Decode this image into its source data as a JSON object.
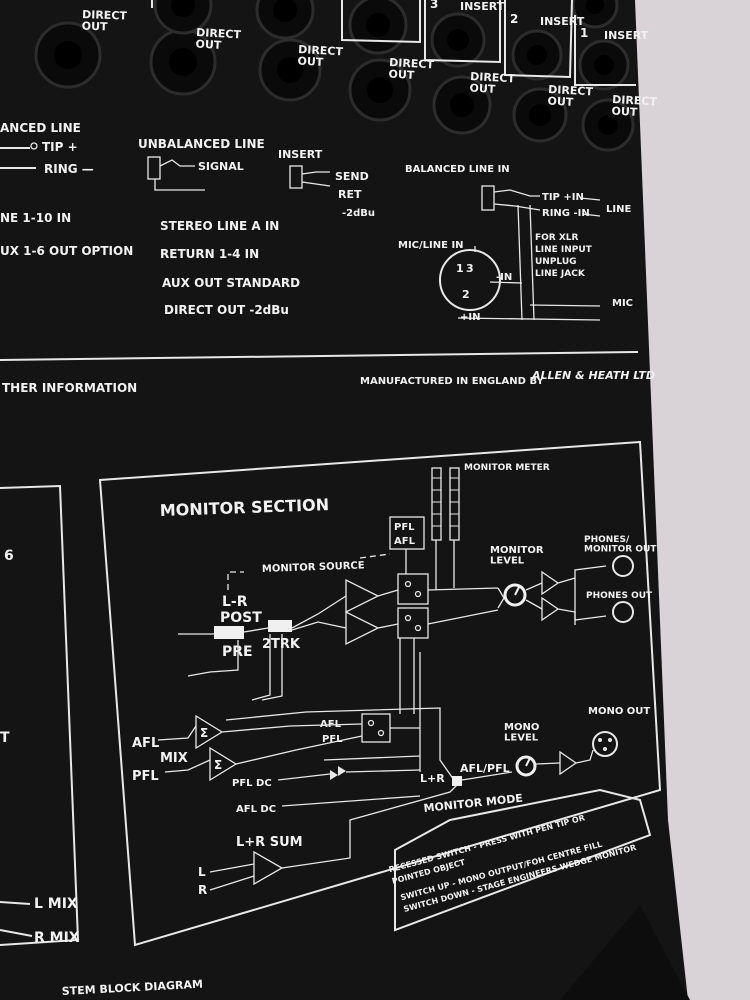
{
  "top_panel": {
    "jack_labels": {
      "direct_out_1": "DIRECT\nOUT",
      "direct_out_2": "DIRECT\nOUT",
      "direct_out_3": "DIRECT\nOUT",
      "direct_out_4": "DIRECT\nOUT",
      "direct_out_5": "DIRECT\nOUT",
      "direct_out_6": "DIRECT\nOUT",
      "direct_out_7": "DIRECT\nOUT",
      "insert_3": "INSERT",
      "insert_2": "INSERT",
      "insert_1": "INSERT",
      "ch_3": "3",
      "ch_2": "2",
      "ch_1": "1"
    },
    "legend": {
      "balanced_line": "ANCED LINE",
      "tip": "TIP +",
      "ring": "RING —",
      "unbalanced_line": "UNBALANCED LINE",
      "signal": "SIGNAL",
      "insert": "INSERT",
      "send": "SEND",
      "ret": "RET",
      "minus2dbu": "-2dBu",
      "balanced_line_in": "BALANCED LINE IN",
      "tip_in": "TIP +IN",
      "ring_in": "RING -IN",
      "line": "LINE",
      "for_xlr_1": "FOR XLR",
      "for_xlr_2": "LINE INPUT",
      "for_xlr_3": "UNPLUG",
      "for_xlr_4": "LINE JACK",
      "mic_line_in": "MIC/LINE IN",
      "xlr_1": "1",
      "xlr_3": "3",
      "xlr_2": "2",
      "minus_in": "-IN",
      "plus_in": "+IN",
      "mic": "MIC",
      "line_1_10_in": "NE 1-10 IN",
      "aux_1_6": "UX 1-6 OUT OPTION",
      "stereo_line": "STEREO LINE A IN",
      "return_1_4": "RETURN 1-4 IN",
      "aux_out_std": "AUX OUT STANDARD",
      "direct_out_2dbu": "DIRECT OUT -2dBu"
    },
    "further_info": "THER INFORMATION",
    "manufactured": "MANUFACTURED IN ENGLAND BY",
    "brand": "ALLEN & HEATH LTD"
  },
  "monitor_section": {
    "title": "MONITOR SECTION",
    "monitor_meter": "MONITOR METER",
    "pfl": "PFL",
    "afl": "AFL",
    "monitor_source": "MONITOR SOURCE",
    "lr": "L-R",
    "post": "POST",
    "pre": "PRE",
    "trk": "2TRK",
    "monitor_level": "MONITOR\nLEVEL",
    "phones_monitor_out": "PHONES/\nMONITOR OUT",
    "phones_out": "PHONES OUT",
    "afl_in": "AFL",
    "mix": "MIX",
    "pfl_in": "PFL",
    "afl_sw": "AFL",
    "pfl_sw": "PFL",
    "pfl_dc": "PFL DC",
    "afl_dc": "AFL DC",
    "lr_sum": "L+R SUM",
    "l": "L",
    "r": "R",
    "lpr": "L+R",
    "afl_pfl": "AFL/PFL",
    "mono_level": "MONO\nLEVEL",
    "mono_out": "MONO OUT",
    "monitor_mode": "MONITOR MODE",
    "note_1": "RECESSED SWITCH - PRESS WITH PEN TIP OR",
    "note_2": "POINTED OBJECT",
    "note_3": "SWITCH UP - MONO OUTPUT/FOH CENTRE FILL",
    "note_4": "SWITCH DOWN - STAGE ENGINEERS WEDGE MONITOR"
  },
  "left_block": {
    "num_6": "6",
    "t": "T",
    "l_mix": "L MIX",
    "r_mix": "R MIX",
    "block_diagram": "STEM BLOCK DIAGRAM"
  },
  "colors": {
    "panel": "#141414",
    "silkscreen": "#f0f0f0",
    "background": "#d9d3d8"
  }
}
